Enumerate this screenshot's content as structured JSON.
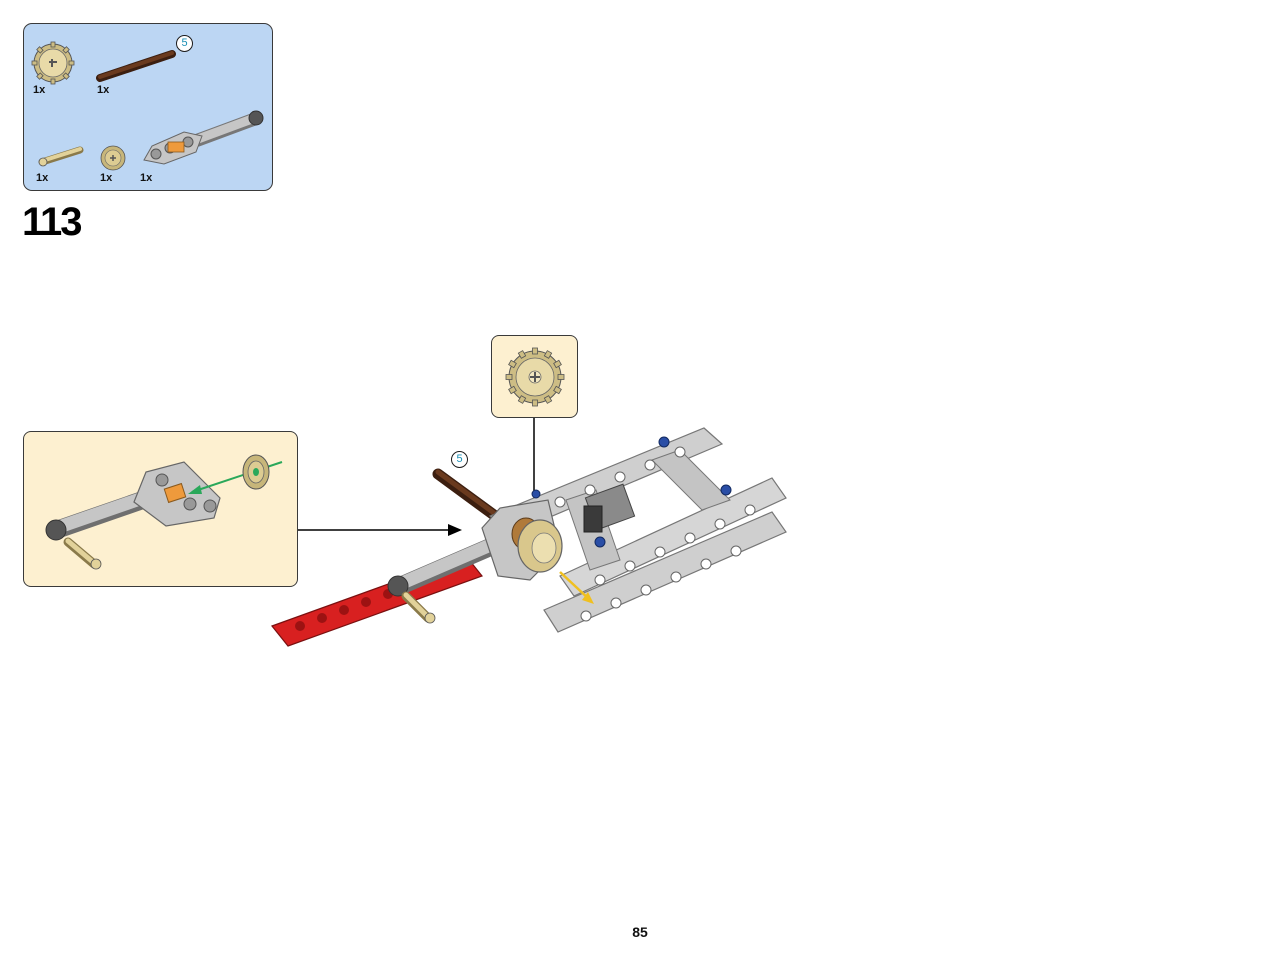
{
  "parts_list": {
    "items": [
      {
        "name": "gear-20-tooth",
        "qty": "1x"
      },
      {
        "name": "axle-brown",
        "qty": "1x",
        "length": "5"
      },
      {
        "name": "axle-pin",
        "qty": "1x"
      },
      {
        "name": "gear-12-bevel",
        "qty": "1x"
      },
      {
        "name": "steering-arm",
        "qty": "1x"
      }
    ]
  },
  "step": {
    "number": "113"
  },
  "main_assembly": {
    "axle_length": "5"
  },
  "page": {
    "number": "85"
  },
  "colors": {
    "parts_bg": "#bcd6f3",
    "callout_bg": "#fdf0d0",
    "tan": "#e2d29a",
    "grey": "#c2c2c2",
    "red": "#d82020",
    "brown": "#5c3218",
    "green_arrow": "#2aa85a",
    "teal_badge": "#1a8fb5"
  }
}
